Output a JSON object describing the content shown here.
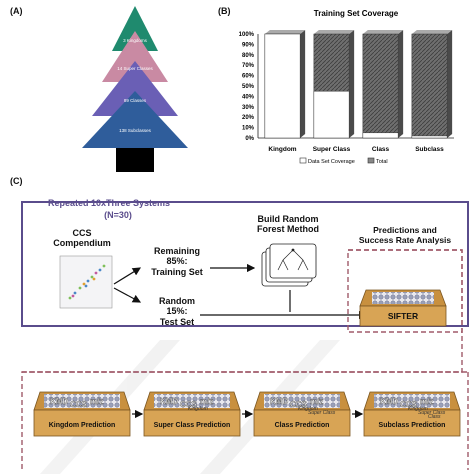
{
  "panels": {
    "a": "(A)",
    "b": "(B)",
    "c": "(C)"
  },
  "tree": {
    "tiers": [
      "3 Kingdoms",
      "14 Super Classes",
      "89 Classes",
      "138 Subclasses"
    ],
    "colors": [
      "#1f8a6e",
      "#c98aa3",
      "#6a5fb5",
      "#2f5d9b"
    ]
  },
  "chart_data": {
    "type": "bar",
    "title": "Training Set Coverage",
    "categories": [
      "Kingdom",
      "Super Class",
      "Class",
      "Subclass"
    ],
    "series": [
      {
        "name": "Data Set Coverage",
        "values": [
          100,
          45,
          5,
          2
        ]
      },
      {
        "name": "Total",
        "values": [
          100,
          100,
          100,
          100
        ]
      }
    ],
    "yticks": [
      "0%",
      "10%",
      "20%",
      "30%",
      "40%",
      "50%",
      "60%",
      "70%",
      "80%",
      "90%",
      "100%"
    ],
    "ylim": [
      0,
      100
    ],
    "legend_position": "bottom"
  },
  "flow": {
    "box_title": "Repeated 10xThree Systems",
    "box_subtitle": "(N=30)",
    "compendium": "CCS\nCompendium",
    "remaining": "Remaining\n85%:\nTraining Set",
    "random": "Random\n15%:\nTest Set",
    "build": "Build Random\nForest Method",
    "predictions": "Predictions and\nSuccess Rate Analysis",
    "sifter": "SIFTER"
  },
  "stages": [
    {
      "label": "Kingdom Prediction",
      "tags": [
        "KMD",
        "CCS",
        "m/z"
      ],
      "extra": []
    },
    {
      "label": "Super Class Prediction",
      "tags": [
        "KMD",
        "CCS",
        "m/z"
      ],
      "extra": [
        "Kingdom"
      ]
    },
    {
      "label": "Class Prediction",
      "tags": [
        "KMD",
        "CCS",
        "m/z"
      ],
      "extra": [
        "Kingdom",
        "Super Class"
      ]
    },
    {
      "label": "Subclass Prediction",
      "tags": [
        "KMD",
        "CCS",
        "m/z"
      ],
      "extra": [
        "Kingdom",
        "Super Class",
        "Class"
      ]
    }
  ],
  "colors": {
    "frame": "#5a4c8c",
    "dashed": "#a05a6a",
    "wood": "#c8903f"
  }
}
